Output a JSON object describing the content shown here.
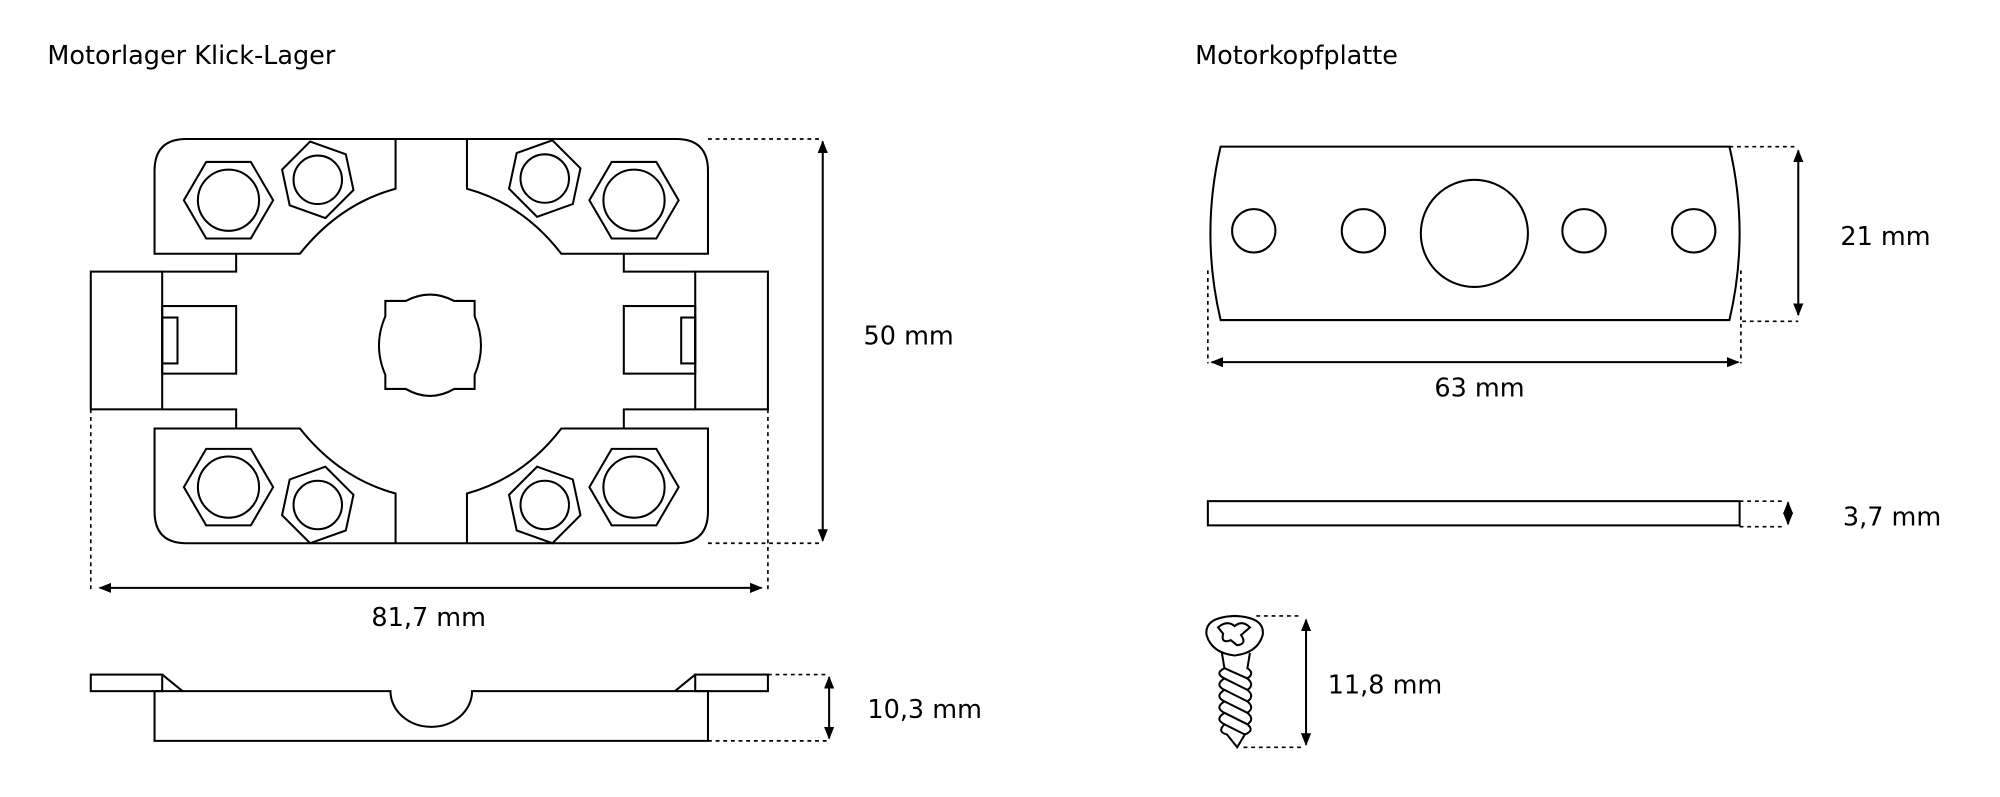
{
  "left": {
    "title": "Motorlager Klick-Lager",
    "height_label": "50 mm",
    "width_label": "81,7 mm",
    "thickness_label": "10,3 mm"
  },
  "right": {
    "title": "Motorkopfplatte",
    "height_label": "21 mm",
    "width_label": "63 mm",
    "thickness_label": "3,7 mm",
    "screw_label": "11,8 mm"
  },
  "colors": {
    "line": "#000000",
    "background": "#ffffff"
  }
}
